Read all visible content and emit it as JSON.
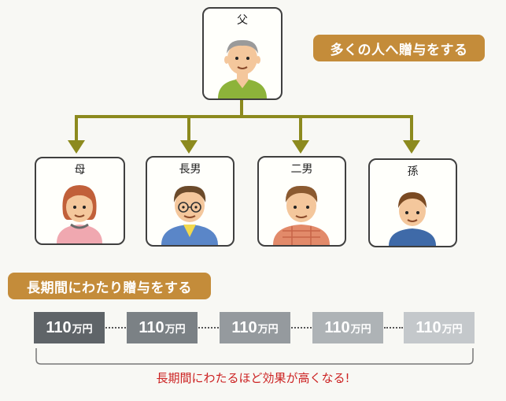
{
  "father": {
    "label": "父"
  },
  "children": [
    {
      "label": "母"
    },
    {
      "label": "長男"
    },
    {
      "label": "二男"
    },
    {
      "label": "孫"
    }
  ],
  "badges": {
    "many_people": "多くの人へ贈与をする",
    "long_period": "長期間にわたり贈与をする"
  },
  "amounts": [
    {
      "value": "110",
      "unit": "万円"
    },
    {
      "value": "110",
      "unit": "万円"
    },
    {
      "value": "110",
      "unit": "万円"
    },
    {
      "value": "110",
      "unit": "万円"
    },
    {
      "value": "110",
      "unit": "万円"
    }
  ],
  "footer": "長期間にわたるほど効果が高くなる!",
  "colors": {
    "connector": "#8c8a1e",
    "badge": "#c48c3a",
    "footer_text": "#cc2222",
    "amount_boxes": [
      "#5f6468",
      "#7b8185",
      "#959a9e",
      "#aeb3b6",
      "#c4c8cb"
    ]
  }
}
